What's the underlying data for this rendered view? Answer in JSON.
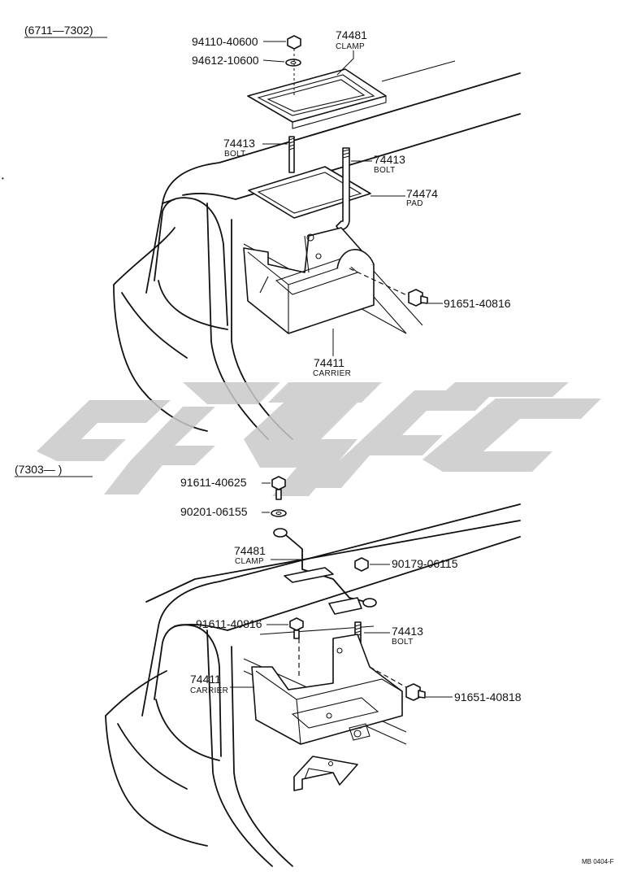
{
  "ranges": {
    "top": "(6711—7302)",
    "bottom": "(7303—    )"
  },
  "top_callouts": [
    {
      "part_number": "94110-40600",
      "name": ""
    },
    {
      "part_number": "94612-10600",
      "name": ""
    },
    {
      "part_number": "74481",
      "name": "CLAMP"
    },
    {
      "part_number": "74413",
      "name": "BOLT"
    },
    {
      "part_number": "74413",
      "name": "BOLT"
    },
    {
      "part_number": "74474",
      "name": "PAD"
    },
    {
      "part_number": "91651-40816",
      "name": ""
    },
    {
      "part_number": "74411",
      "name": "CARRIER"
    }
  ],
  "bottom_callouts": [
    {
      "part_number": "91611-40625",
      "name": ""
    },
    {
      "part_number": "90201-06155",
      "name": ""
    },
    {
      "part_number": "74481",
      "name": "CLAMP"
    },
    {
      "part_number": "90179-06115",
      "name": ""
    },
    {
      "part_number": "91611-40816",
      "name": ""
    },
    {
      "part_number": "74413",
      "name": "BOLT"
    },
    {
      "part_number": "74411",
      "name": "CARRIER"
    },
    {
      "part_number": "91651-40818",
      "name": ""
    }
  ],
  "reference_code": "MB 0404-F",
  "icons": [
    "nut-icon",
    "washer-icon",
    "bolt-icon",
    "watermark-logo"
  ]
}
